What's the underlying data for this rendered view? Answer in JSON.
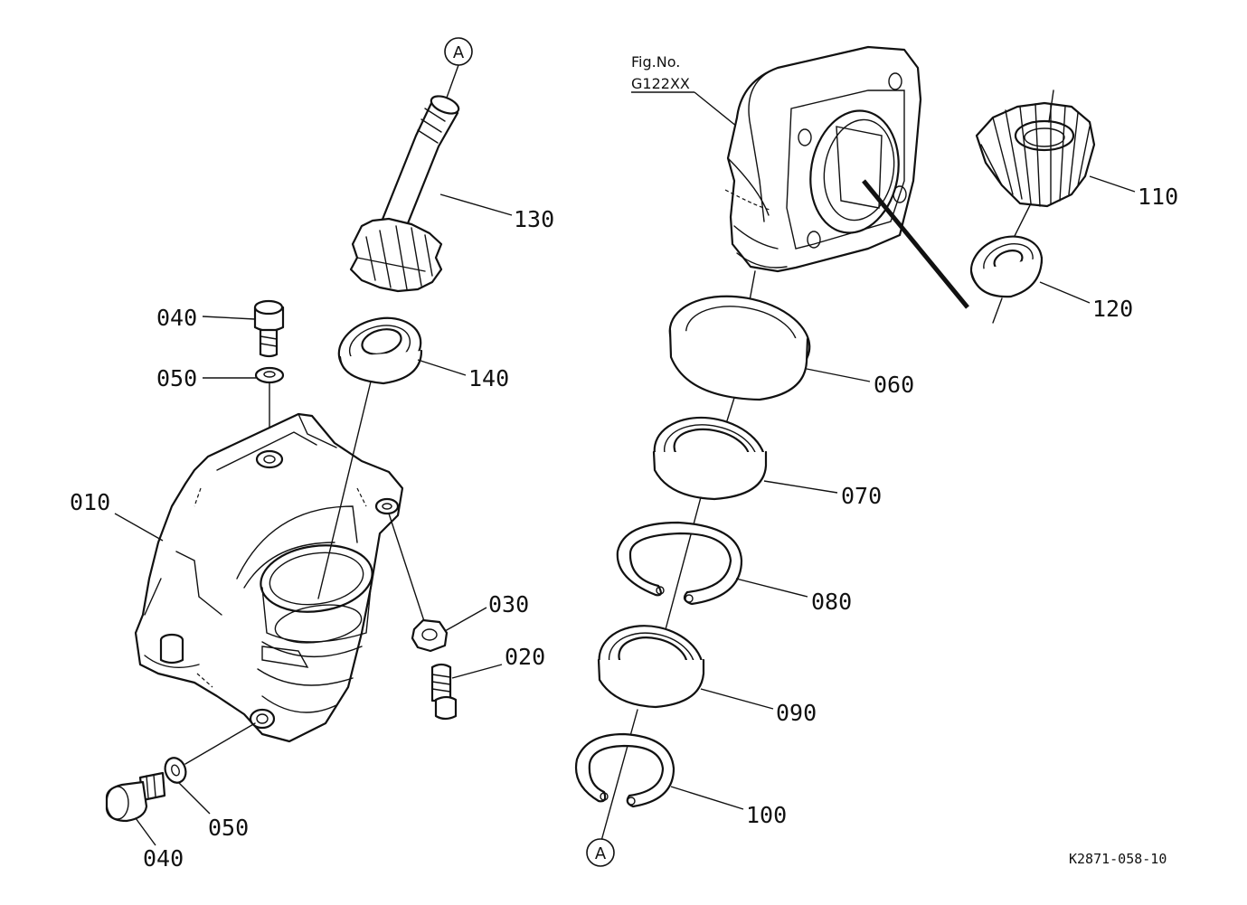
{
  "labels": {
    "p010": "010",
    "p020": "020",
    "p030": "030",
    "p040a": "040",
    "p040b": "040",
    "p050a": "050",
    "p050b": "050",
    "p060": "060",
    "p070": "070",
    "p080": "080",
    "p090": "090",
    "p100": "100",
    "p110": "110",
    "p120": "120",
    "p130": "130",
    "p140": "140"
  },
  "connector_top": "A",
  "connector_bottom": "A",
  "fig_ref_line1": "Fig.No.",
  "fig_ref_line2": "G122XX",
  "drawing_id": "K2871-058-10"
}
